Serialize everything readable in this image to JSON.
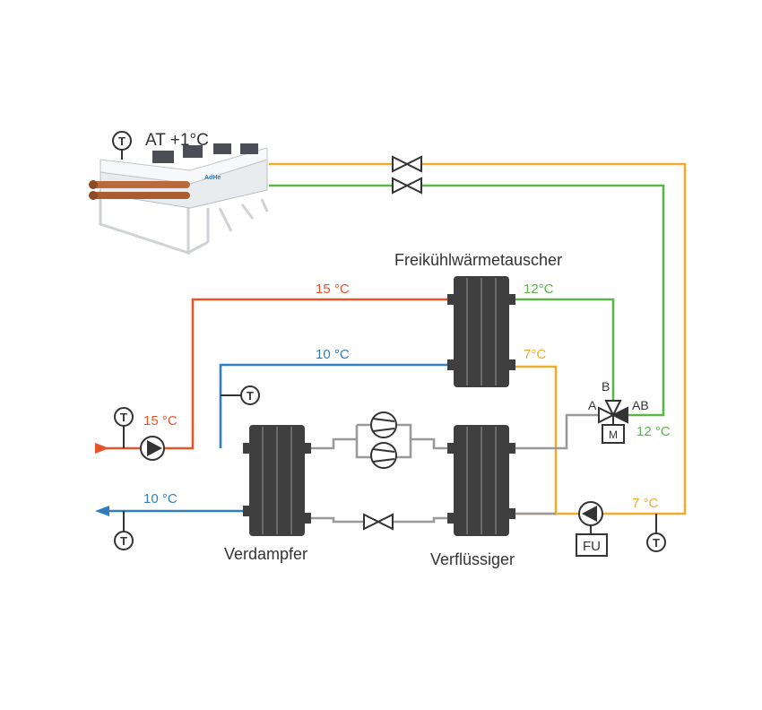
{
  "labels": {
    "ambient": "AT +1°C",
    "freecool_hx": "Freikühlwärmetauscher",
    "evaporator": "Verdampfer",
    "condenser": "Verflüssiger",
    "fu": "FU",
    "sensor_t": "T",
    "valve_a": "A",
    "valve_b": "B",
    "valve_ab": "AB",
    "valve_m": "M",
    "dry_cooler_brand": "AdHe"
  },
  "temperatures": {
    "red_top": "15 °C",
    "red_left": "15 °C",
    "blue_top": "10 °C",
    "blue_left": "10 °C",
    "green_top": "12°C",
    "green_right": "12 °C",
    "orange_top": "7°C",
    "orange_right": "7 °C"
  },
  "colors": {
    "red": "#e8542a",
    "blue": "#2f7fc0",
    "green": "#5cb548",
    "orange": "#f2ac2c",
    "gray": "#9a9a9a",
    "hx": "#3f3f3f",
    "text": "#333333"
  }
}
